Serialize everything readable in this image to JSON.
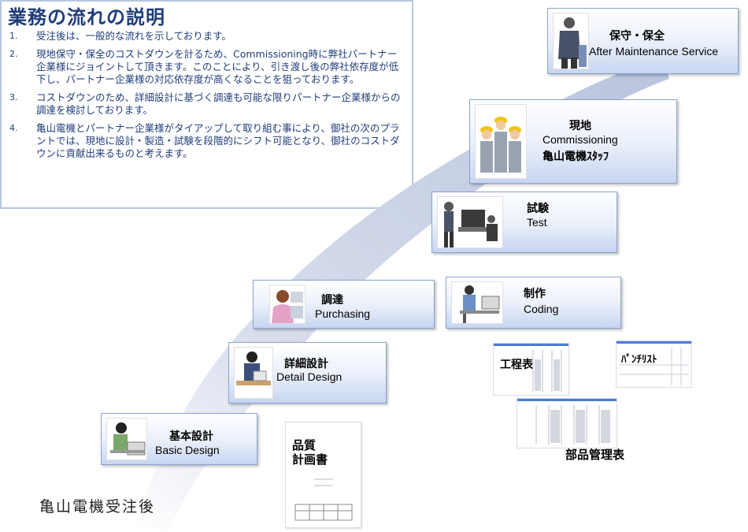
{
  "explanation": {
    "title": "業務の流れの説明",
    "items": [
      {
        "num": "1.",
        "text": "受注後は、一般的な流れを示しております。"
      },
      {
        "num": "2.",
        "text": "現地保守・保全のコストダウンを計るため、Commissioning時に弊社パートナー企業様にジョイントして頂きます。このことにより、引き渡し後の弊社依存度が低下し、パートナー企業様の対応依存度が高くなることを狙っております。"
      },
      {
        "num": "3.",
        "text": "コストダウンのため、詳細設計に基づく調達も可能な限りパートナー企業様からの調達を検討しております。"
      },
      {
        "num": "4.",
        "text": "亀山電機とパートナー企業様がタイアップして取り組む事により、御社の次のプラントでは、現地に設計・製造・試験を段階的にシフト可能となり、御社のコストダウンに貢献出来るものと考えます。"
      }
    ]
  },
  "steps": {
    "basic": {
      "jp": "基本設計",
      "en": "Basic Design"
    },
    "detail": {
      "jp": "詳細設計",
      "en": "Detail Design"
    },
    "purchasing": {
      "jp": "調達",
      "en": "Purchasing"
    },
    "coding": {
      "jp": "制作",
      "en": "Coding"
    },
    "test": {
      "jp": "試験",
      "en": "Test"
    },
    "commissioning": {
      "jp": "現地",
      "en": "Commissioning",
      "staff": "亀山電機ｽﾀｯﾌ"
    },
    "maintenance": {
      "jp": "保守・保全",
      "en": "After Maintenance Service"
    }
  },
  "documents": {
    "quality_plan": {
      "line1": "品質",
      "line2": "計画書"
    },
    "schedule": "工程表",
    "punch_list": "ﾊﾟﾝﾁﾘｽﾄ",
    "parts_table": "部品管理表"
  },
  "start_label": "亀山電機受注後",
  "colors": {
    "title_blue": "#1f3d7a",
    "box_border": "#8aa4cf",
    "arrow": "#c9d0e4"
  }
}
